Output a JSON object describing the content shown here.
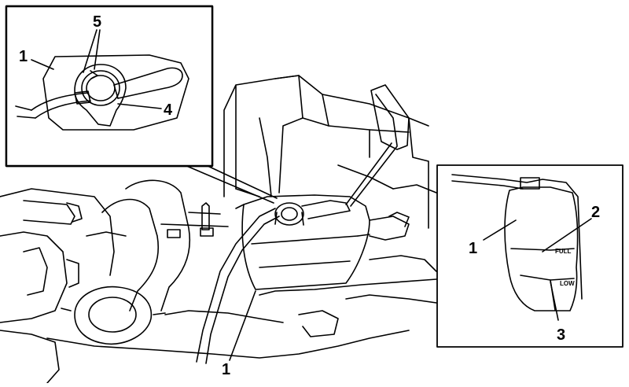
{
  "callouts": {
    "inset_left_1": "1",
    "inset_left_5": "5",
    "inset_left_4": "4",
    "main_1": "1",
    "inset_right_1": "1",
    "inset_right_2": "2",
    "inset_right_3": "3"
  },
  "reservoir_marks": {
    "full": "FULL",
    "low": "LOW"
  },
  "colors": {
    "line": "#000000",
    "background": "#ffffff"
  }
}
